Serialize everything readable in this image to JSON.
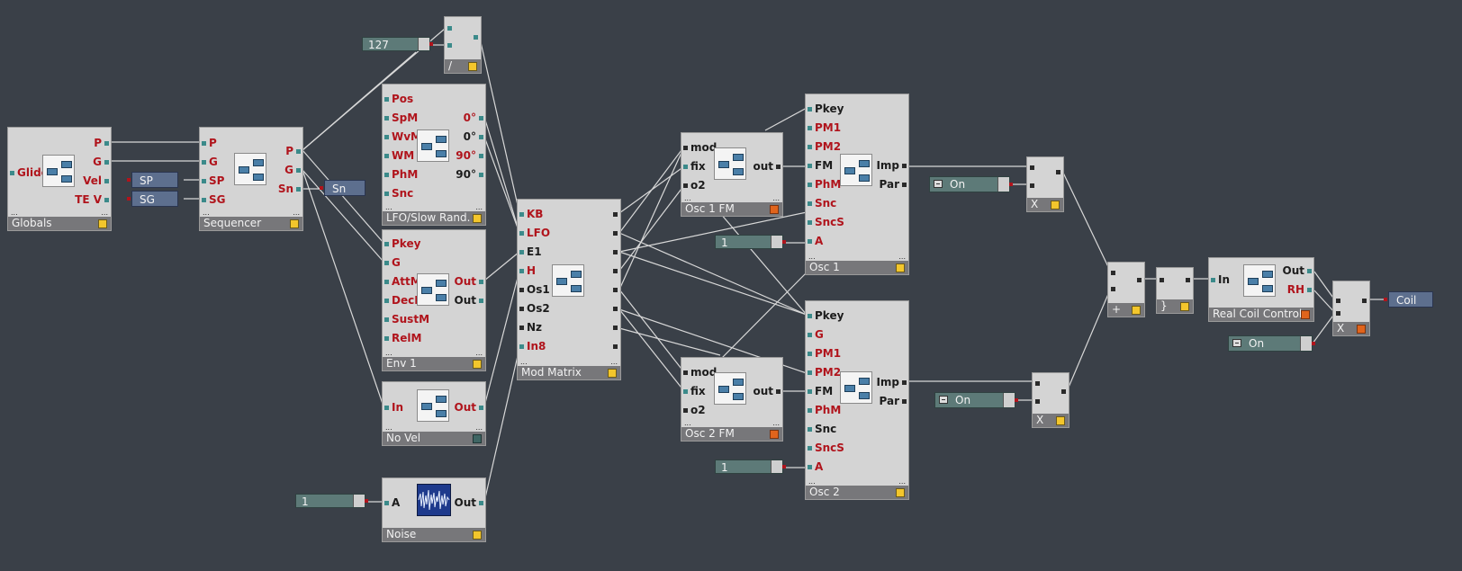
{
  "modules": {
    "globals": {
      "title": "Globals",
      "inputs": [
        "Glide"
      ],
      "outputs": [
        "P",
        "G",
        "Vel",
        "TE V"
      ]
    },
    "sequencer": {
      "title": "Sequencer",
      "inputs": [
        "P",
        "G",
        "SP",
        "SG"
      ],
      "outputs": [
        "P",
        "G",
        "Sn"
      ]
    },
    "div": {
      "title": "/"
    },
    "lfo": {
      "title": "LFO/Slow Rand.",
      "inputs": [
        "Pos",
        "SpM",
        "WvM",
        "WM",
        "PhM",
        "Snc"
      ],
      "outputs": [
        "0°",
        "0°",
        "90°",
        "90°"
      ]
    },
    "env": {
      "title": "Env 1",
      "inputs": [
        "Pkey",
        "G",
        "AttM",
        "DecM",
        "SustM",
        "RelM"
      ],
      "outputs": [
        "Out",
        "Out"
      ]
    },
    "novel": {
      "title": "No Vel",
      "inputs": [
        "In"
      ],
      "outputs": [
        "Out"
      ]
    },
    "noise": {
      "title": "Noise",
      "inputs": [
        "A"
      ],
      "outputs": [
        "Out"
      ]
    },
    "modmatrix": {
      "title": "Mod Matrix",
      "inputs": [
        "KB",
        "LFO",
        "E1",
        "H",
        "Os1",
        "Os2",
        "Nz",
        "In8"
      ]
    },
    "osc1fm": {
      "title": "Osc 1 FM",
      "inputs": [
        "mod",
        "fix",
        "o2"
      ],
      "outputs": [
        "out"
      ]
    },
    "osc2fm": {
      "title": "Osc 2 FM",
      "inputs": [
        "mod",
        "fix",
        "o2"
      ],
      "outputs": [
        "out"
      ]
    },
    "osc1": {
      "title": "Osc 1",
      "inputs": [
        "Pkey",
        "PM1",
        "PM2",
        "FM",
        "PhM",
        "Snc",
        "SncS",
        "A"
      ],
      "outputs": [
        "Imp",
        "Par"
      ]
    },
    "osc2": {
      "title": "Osc 2",
      "inputs": [
        "Pkey",
        "G",
        "PM1",
        "PM2",
        "FM",
        "PhM",
        "Snc",
        "SncS",
        "A"
      ],
      "outputs": [
        "Imp",
        "Par"
      ]
    },
    "mult1": {
      "title": "X"
    },
    "mult2": {
      "title": "X"
    },
    "mult3": {
      "title": "X"
    },
    "add": {
      "title": "+"
    },
    "bracket": {
      "title": "}"
    },
    "realcoil": {
      "title": "Real Coil Control",
      "inputs": [
        "In"
      ],
      "outputs": [
        "Out",
        "RH"
      ]
    }
  },
  "constants": {
    "c127": "127",
    "osc1_a": "1",
    "osc2_a": "1",
    "noise_a": "1"
  },
  "toggles": {
    "on1": "On",
    "on2": "On",
    "on3": "On"
  },
  "labels": {
    "sp": "SP",
    "sg": "SG",
    "sn": "Sn",
    "coil": "Coil"
  },
  "colors": {
    "background": "#3a4048",
    "module_body": "#d4d4d4",
    "title_bar": "#77777a",
    "lamp_yellow": "#f3c62c",
    "lamp_orange": "#e0641c",
    "port_red": "#b0141c",
    "wire": "#d8d8d8"
  }
}
